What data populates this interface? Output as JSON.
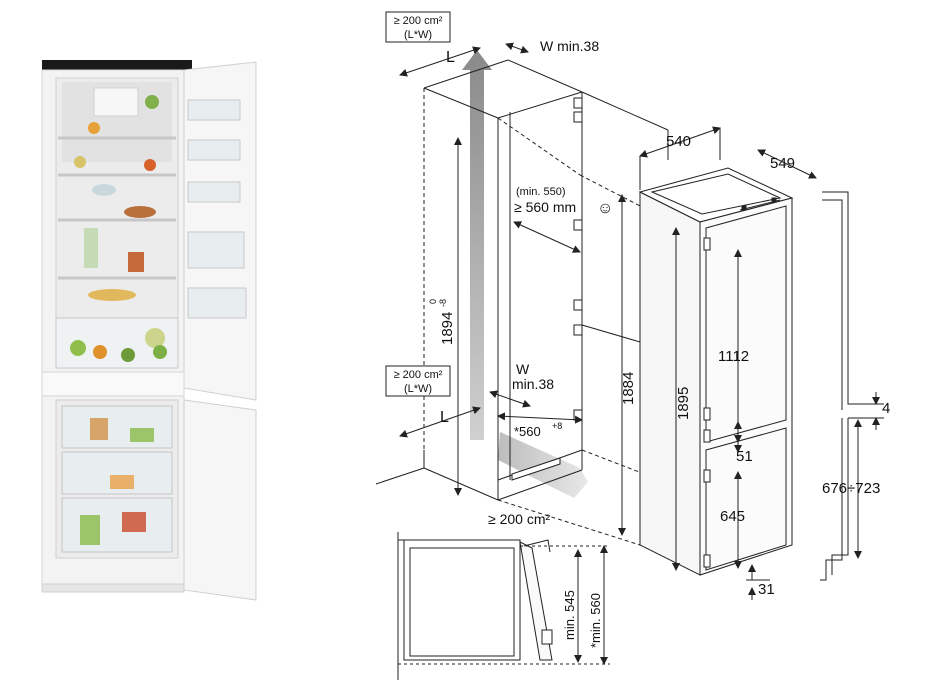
{
  "colors": {
    "line": "#222222",
    "dash": "#333333",
    "arrow_fill": "#9a9a9a",
    "fridge_body": "#f4f4f4",
    "fridge_edge": "#d9d9d9",
    "fridge_trim": "#1a1a1a",
    "drawer": "#e8eef0"
  },
  "labels": {
    "vent_top_line1": "≥ 200 cm²",
    "vent_top_line2": "(L*W)",
    "vent_mid_line1": "≥ 200 cm²",
    "vent_mid_line2": "(L*W)",
    "vent_bottom": "≥ 200 cm²",
    "L_top": "L",
    "L_bottom": "L",
    "W_top": "W min.38",
    "W_mid_1": "W",
    "W_mid_2": "min.38",
    "niche_height": "1894",
    "niche_height_tol_up": "0",
    "niche_height_tol_down": "-8",
    "depth_min": "(min. 550)",
    "depth_rec": "≥ 560 mm",
    "smiley": "☺",
    "niche_width": "*560",
    "niche_width_tol": "+8",
    "h_1884": "1884",
    "h_1895": "1895",
    "dim_540": "540",
    "dim_549": "549",
    "dim_1112": "1112",
    "dim_51": "51",
    "dim_645": "645",
    "dim_31": "31",
    "dim_4": "4",
    "dim_676_723": "676÷723",
    "section_min545": "min. 545",
    "section_min560": "*min. 560"
  }
}
